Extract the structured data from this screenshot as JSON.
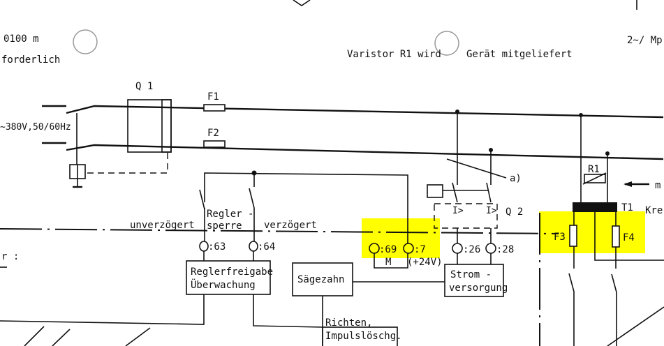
{
  "notes": {
    "top_left_value": "0100 m",
    "top_left_text": "forderlich",
    "varistor_note_a": "Varistor R1 wird",
    "varistor_note_b": "Gerät mitgeliefert",
    "top_right": "2~/ Mp",
    "left_label": "r :"
  },
  "supply": {
    "voltage": "~380V,50/60Hz"
  },
  "components": {
    "q1": "Q 1",
    "f1": "F1",
    "f2": "F2",
    "q2": "Q 2",
    "a": "a)",
    "r1": "R1",
    "m": "m",
    "t1": "T1",
    "t1_suffix": "Kre",
    "f3": "F3",
    "f4": "F4",
    "i_trip": "I>"
  },
  "bus": {
    "regler_a": "Regler -",
    "regler_b": "sperre",
    "undelayed": "unverzögert",
    "delayed": "verzögert"
  },
  "terminals": {
    "t63": ":63",
    "t64": ":64",
    "t69": ":69",
    "t69_sub": "M",
    "t7": ":7",
    "t7_sub": "(+24V)",
    "t26": ":26",
    "t28": ":28"
  },
  "blocks": {
    "reglerfreigabe_a": "Reglerfreigabe",
    "reglerfreigabe_b": "Überwachung",
    "saegezahn": "Sägezahn",
    "strom_a": "Strom -",
    "strom_b": "versorgung",
    "richten_a": "Richten,",
    "richten_b": "Impulslöschg."
  },
  "colors": {
    "highlight": "#ffff00",
    "ink": "#111111"
  }
}
